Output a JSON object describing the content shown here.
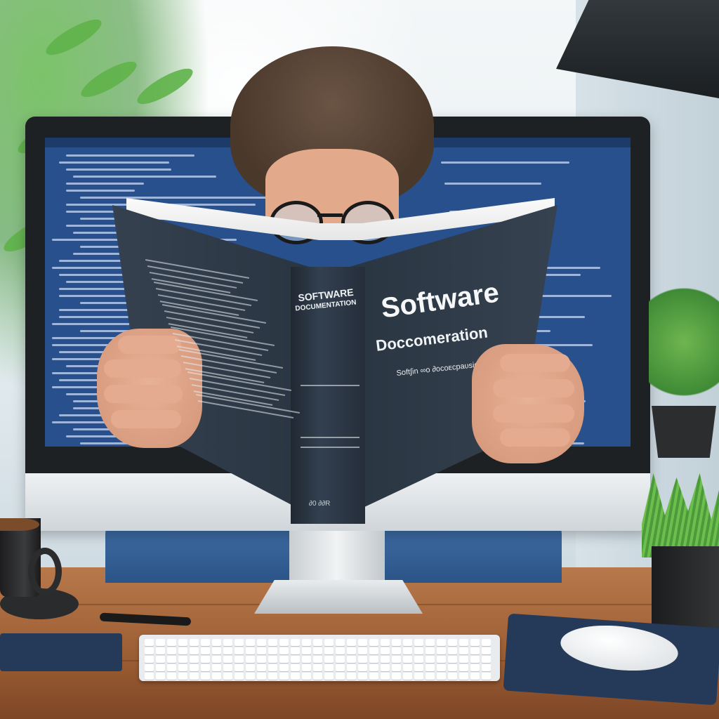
{
  "book": {
    "cover_title": "Software",
    "cover_subtitle": "Doccomeration",
    "cover_tagline": "Soft∫in ∞o ∂ocoᴇcpaᴜsion",
    "spine_title": "SOFTWARE",
    "spine_subtitle": "DOCUMENTATION",
    "spine_footer": "∂0 ∂∂R"
  },
  "colors": {
    "screen": "#27508c",
    "book_cover": "#2d3846",
    "desk": "#9b5d33",
    "shirt": "#34629a"
  },
  "icons": [
    "monitor",
    "book",
    "keyboard",
    "mouse",
    "coffee-mug",
    "plant",
    "desk-lamp",
    "glasses"
  ]
}
